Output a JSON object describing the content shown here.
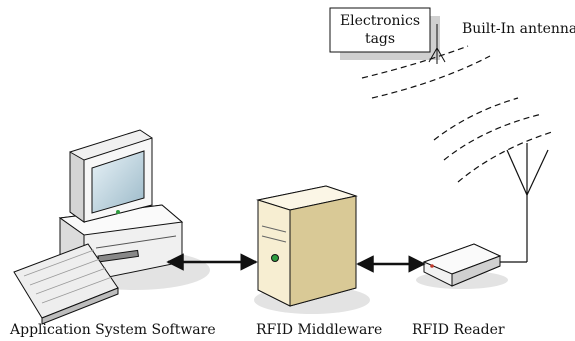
{
  "tag_box": {
    "line1": "Electronics",
    "line2": "tags"
  },
  "antenna_label": "Built-In antenna",
  "labels": {
    "app_software": "Application System Software",
    "middleware": "RFID Middleware",
    "reader": "RFID Reader"
  },
  "colors": {
    "stroke": "#111111",
    "shadow": "#d9d9d9",
    "monitor_body": "#f2f2f2",
    "monitor_screen": "#cfe0ea",
    "server_body": "#f6ecd0",
    "server_side": "#d6c79c",
    "led_green": "#2e9d3f"
  },
  "icons": [
    "computer-icon",
    "keyboard-icon",
    "server-icon",
    "rfid-reader-icon",
    "antenna-icon",
    "tag-antenna-icon"
  ]
}
